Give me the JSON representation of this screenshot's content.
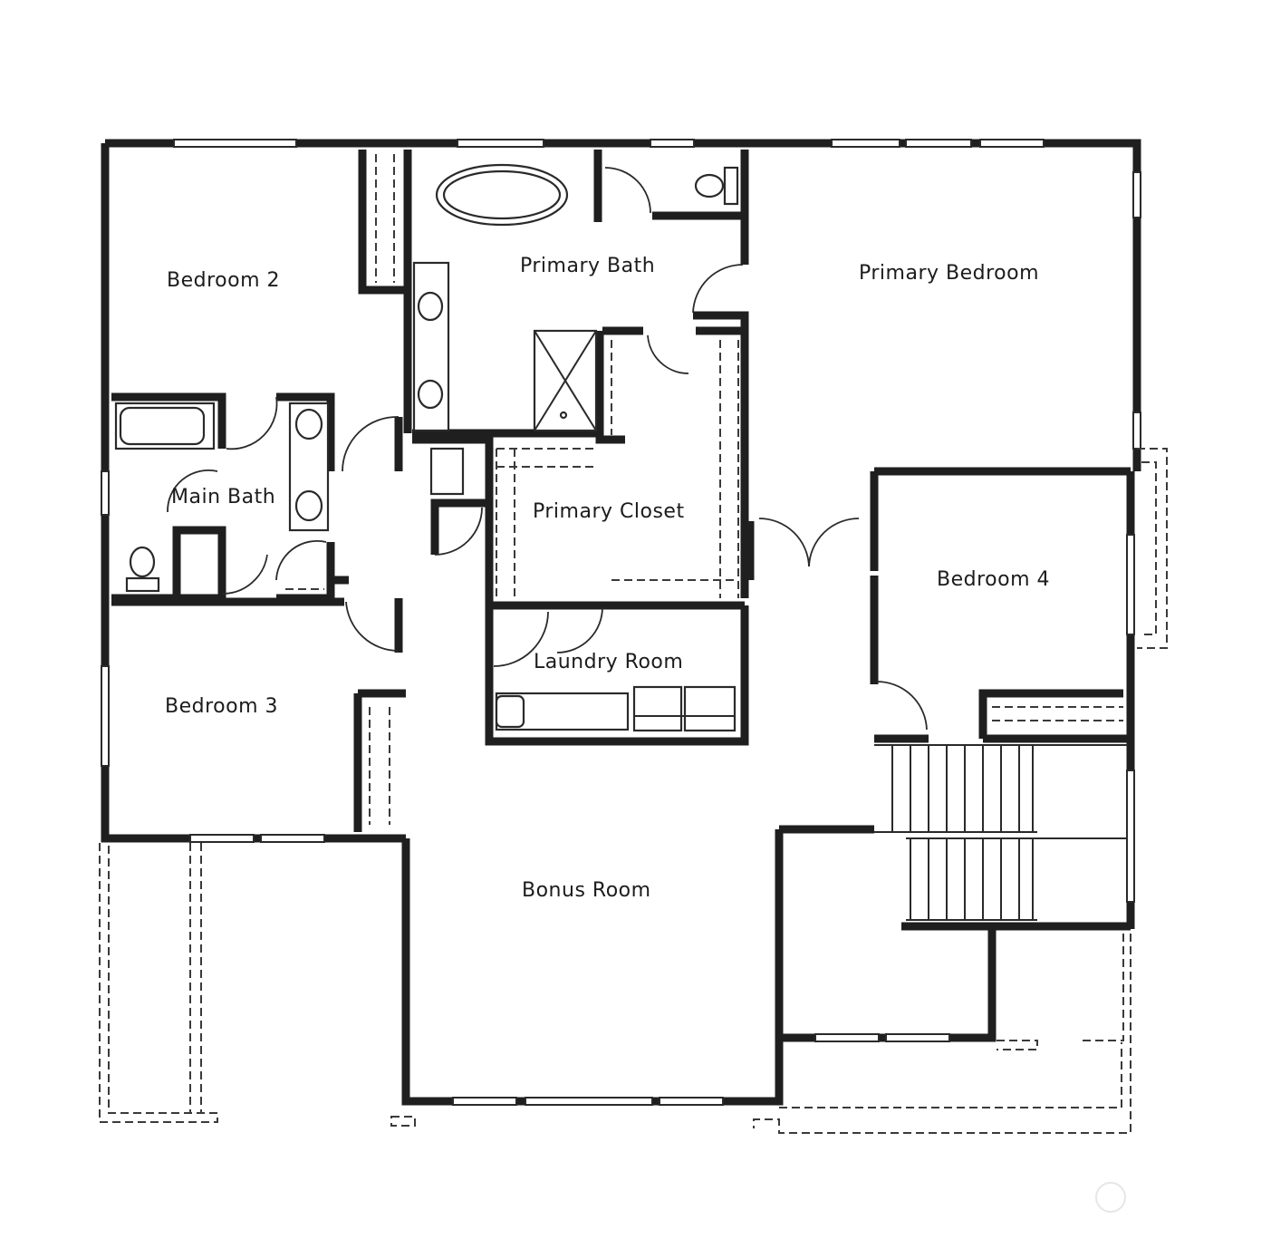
{
  "rooms": {
    "bedroom_2": "Bedroom 2",
    "primary_bath": "Primary Bath",
    "primary_bedroom": "Primary Bedroom",
    "main_bath": "Main Bath",
    "primary_closet": "Primary Closet",
    "bedroom_4": "Bedroom 4",
    "laundry_room": "Laundry Room",
    "bedroom_3": "Bedroom 3",
    "bonus_room": "Bonus Room"
  },
  "colors": {
    "wall": "#1f1f1f",
    "background": "#ffffff"
  }
}
